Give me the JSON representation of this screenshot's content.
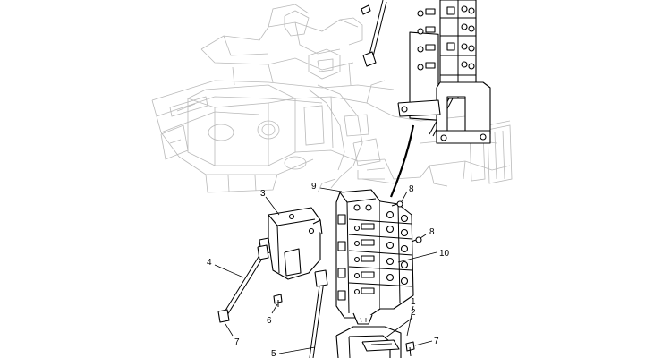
{
  "callouts": {
    "c1": "1",
    "c2": "2",
    "c3": "3",
    "c4": "4",
    "c5": "5",
    "c6": "6",
    "c7a": "7",
    "c7b": "7",
    "c8a": "8",
    "c8b": "8",
    "c9": "9",
    "c10": "10"
  },
  "colors": {
    "line": "#000000",
    "ghost": "#b9b9b9",
    "background": "#ffffff"
  }
}
